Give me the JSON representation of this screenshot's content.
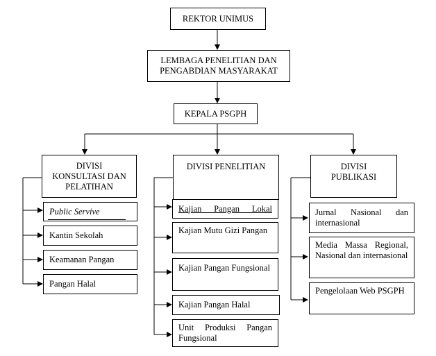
{
  "top": {
    "rektor": "REKTOR UNIMUS",
    "lembaga_1": "LEMBAGA PENELITIAN DAN",
    "lembaga_2": "PENGABDIAN MASYARAKAT",
    "kepala": "KEPALA PSGPH"
  },
  "divisions": {
    "konsultasi": {
      "title_1": "DIVISI",
      "title_2": "KONSULTASI DAN",
      "title_3": "PELATIHAN",
      "items": [
        "Public Servive",
        "Kantin Sekolah",
        "Keamanan Pangan",
        "Pangan Halal"
      ]
    },
    "penelitian": {
      "title": "DIVISI PENELITIAN",
      "items": [
        "Kajian Pangan Lokal",
        "Kajian Mutu Gizi Pangan",
        "Kajian Pangan Fungsional",
        "Kajian Pangan Halal",
        "Unit Produksi Pangan Fungsional"
      ]
    },
    "publikasi": {
      "title_1": "DIVISI",
      "title_2": "PUBLIKASI",
      "items": [
        "Jurnal Nasional dan internasional",
        "Media Massa Regional, Nasional dan internasional",
        "Pengelolaan Web PSGPH"
      ]
    }
  }
}
